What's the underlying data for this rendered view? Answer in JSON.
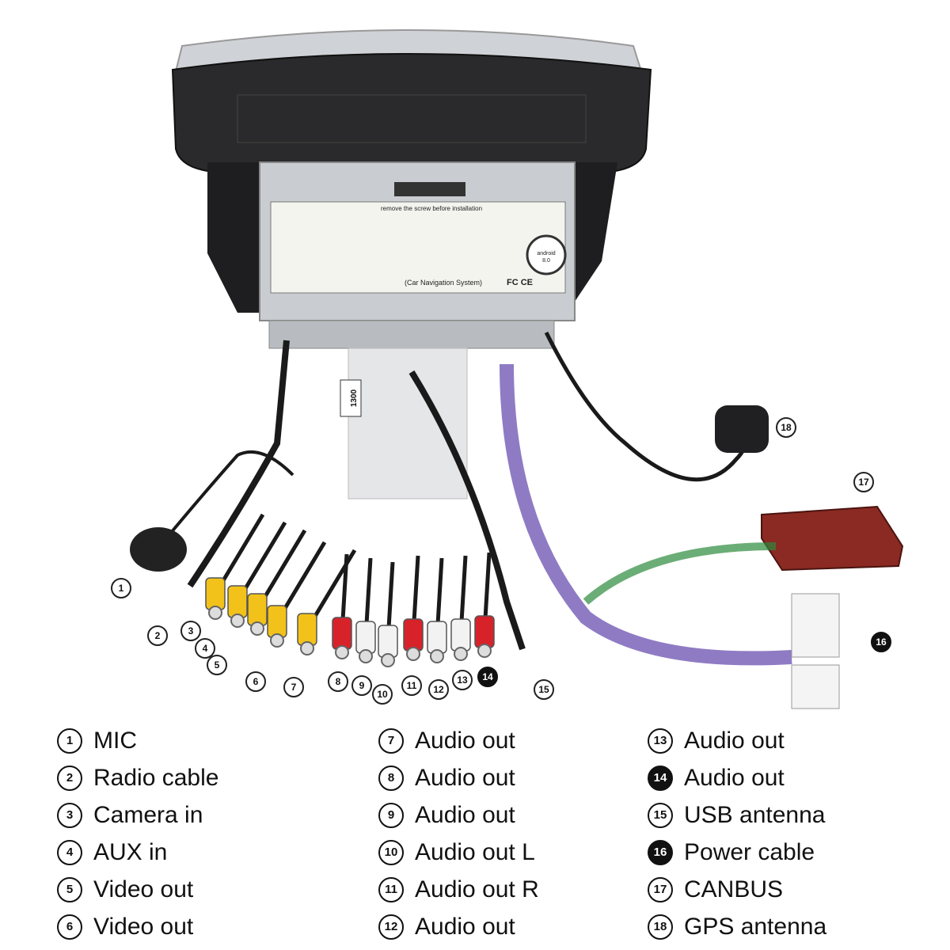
{
  "head_unit": {
    "label_heading": "(Car Navigation System)",
    "install_notice": "remove the screw before installation",
    "brand_mark": "FC CE",
    "os_badge": "android",
    "os_version": "8.0",
    "harness_tag": "1300"
  },
  "legend": [
    {
      "num": "1",
      "label": "MIC",
      "inverted": false
    },
    {
      "num": "2",
      "label": "Radio cable",
      "inverted": false
    },
    {
      "num": "3",
      "label": "Camera in",
      "inverted": false
    },
    {
      "num": "4",
      "label": "AUX in",
      "inverted": false
    },
    {
      "num": "5",
      "label": "Video out",
      "inverted": false
    },
    {
      "num": "6",
      "label": "Video out",
      "inverted": false
    },
    {
      "num": "7",
      "label": "Audio out",
      "inverted": false
    },
    {
      "num": "8",
      "label": "Audio out",
      "inverted": false
    },
    {
      "num": "9",
      "label": "Audio out",
      "inverted": false
    },
    {
      "num": "10",
      "label": "Audio out L",
      "inverted": false
    },
    {
      "num": "11",
      "label": "Audio out R",
      "inverted": false
    },
    {
      "num": "12",
      "label": "Audio out",
      "inverted": false
    },
    {
      "num": "13",
      "label": "Audio out",
      "inverted": false
    },
    {
      "num": "14",
      "label": "Audio out",
      "inverted": true
    },
    {
      "num": "15",
      "label": "USB antenna",
      "inverted": false
    },
    {
      "num": "16",
      "label": "Power cable",
      "inverted": true
    },
    {
      "num": "17",
      "label": "CANBUS",
      "inverted": false
    },
    {
      "num": "18",
      "label": "GPS antenna",
      "inverted": false
    }
  ],
  "colors": {
    "cable": "#1a1a1a",
    "rca_yellow": "#f2c21a",
    "rca_red": "#d8222a",
    "rca_white": "#f2f2f2",
    "canbus_box": "#8a2a22",
    "chassis": "#c9ccd0",
    "screen_back": "#2a2a2c"
  }
}
